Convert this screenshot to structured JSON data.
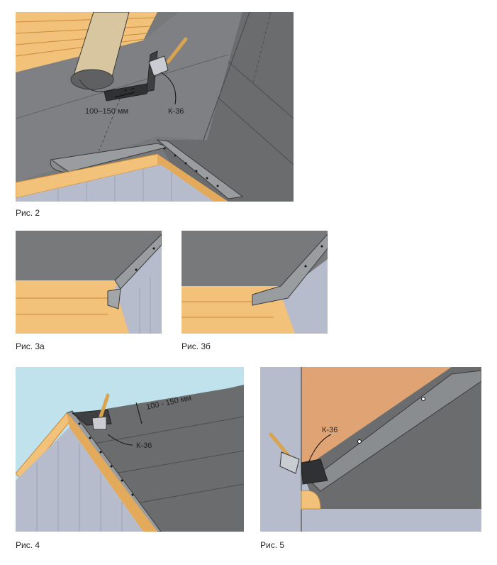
{
  "figures": {
    "fig2": {
      "caption": "Рис. 2",
      "dimension": "100–150 мм",
      "adhesive": "К-36"
    },
    "fig3a": {
      "caption": "Рис. 3а"
    },
    "fig3b": {
      "caption": "Рис. 3б"
    },
    "fig4": {
      "caption": "Рис. 4",
      "dimension": "100 - 150 мм",
      "adhesive": "К-36"
    },
    "fig5": {
      "caption": "Рис. 5",
      "adhesive": "К-36"
    }
  },
  "colors": {
    "roof_gray": "#77797b",
    "roof_dark": "#5e6062",
    "metal": "#9a9da0",
    "wood": "#f2c27a",
    "wood_line": "#c98b3a",
    "wall": "#b6bccb",
    "sky": "#bfe2ec",
    "chimney_wall": "#e0a373",
    "outline": "#3a3a3a"
  }
}
